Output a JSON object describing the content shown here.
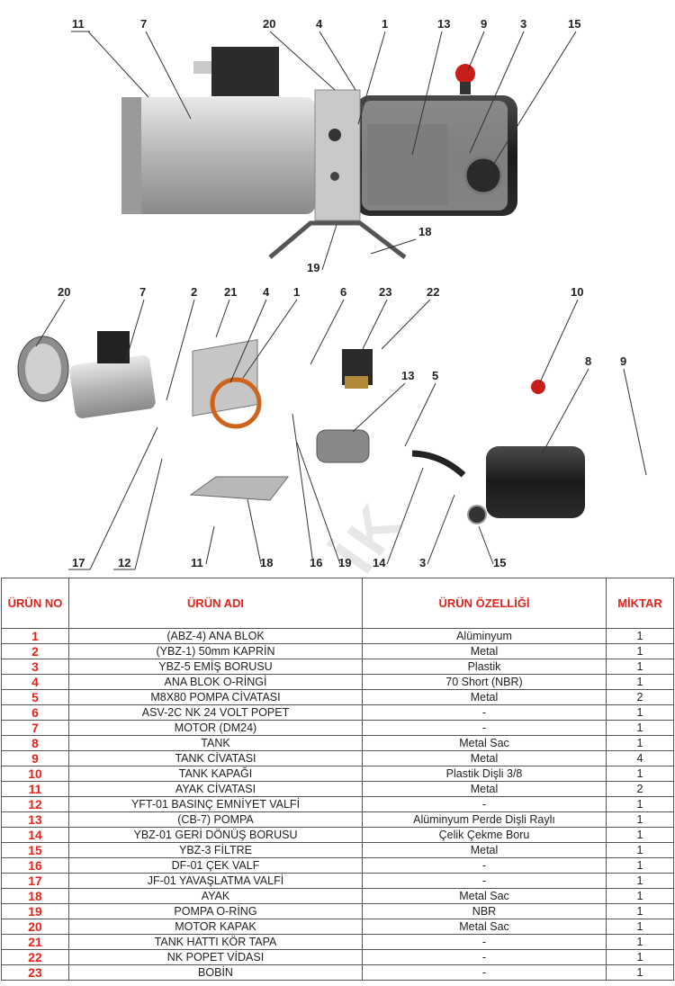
{
  "watermark": "ARIC HİDROLİK",
  "top_callouts": [
    {
      "label": "11"
    },
    {
      "label": "7"
    },
    {
      "label": "20"
    },
    {
      "label": "4"
    },
    {
      "label": "1"
    },
    {
      "label": "13"
    },
    {
      "label": "9"
    },
    {
      "label": "3"
    },
    {
      "label": "15"
    },
    {
      "label": "18"
    },
    {
      "label": "19"
    }
  ],
  "exploded_callouts": [
    {
      "label": "20"
    },
    {
      "label": "7"
    },
    {
      "label": "2"
    },
    {
      "label": "21"
    },
    {
      "label": "4"
    },
    {
      "label": "1"
    },
    {
      "label": "6"
    },
    {
      "label": "23"
    },
    {
      "label": "22"
    },
    {
      "label": "10"
    },
    {
      "label": "13"
    },
    {
      "label": "5"
    },
    {
      "label": "8"
    },
    {
      "label": "9"
    },
    {
      "label": "17"
    },
    {
      "label": "12"
    },
    {
      "label": "11"
    },
    {
      "label": "18"
    },
    {
      "label": "16"
    },
    {
      "label": "19"
    },
    {
      "label": "14"
    },
    {
      "label": "3"
    },
    {
      "label": "15"
    }
  ],
  "table": {
    "headers": [
      "ÜRÜN NO",
      "ÜRÜN ADI",
      "ÜRÜN ÖZELLİĞİ",
      "MİKTAR"
    ],
    "rows": [
      {
        "no": "1",
        "name": "(ABZ-4) ANA BLOK",
        "feature": "Alüminyum",
        "qty": "1"
      },
      {
        "no": "2",
        "name": "(YBZ-1) 50mm KAPRİN",
        "feature": "Metal",
        "qty": "1"
      },
      {
        "no": "3",
        "name": "YBZ-5 EMİŞ BORUSU",
        "feature": "Plastik",
        "qty": "1"
      },
      {
        "no": "4",
        "name": "ANA BLOK O-RİNGİ",
        "feature": "70 Short (NBR)",
        "qty": "1"
      },
      {
        "no": "5",
        "name": "M8X80 POMPA CİVATASI",
        "feature": "Metal",
        "qty": "2"
      },
      {
        "no": "6",
        "name": "ASV-2C NK 24 VOLT POPET",
        "feature": "-",
        "qty": "1"
      },
      {
        "no": "7",
        "name": "MOTOR (DM24)",
        "feature": "-",
        "qty": "1"
      },
      {
        "no": "8",
        "name": "TANK",
        "feature": "Metal Sac",
        "qty": "1"
      },
      {
        "no": "9",
        "name": "TANK CİVATASI",
        "feature": "Metal",
        "qty": "4"
      },
      {
        "no": "10",
        "name": "TANK KAPAĞI",
        "feature": "Plastik Dişli 3/8",
        "qty": "1"
      },
      {
        "no": "11",
        "name": "AYAK CİVATASI",
        "feature": "Metal",
        "qty": "2"
      },
      {
        "no": "12",
        "name": "YFT-01 BASINÇ EMNİYET VALFİ",
        "feature": "-",
        "qty": "1"
      },
      {
        "no": "13",
        "name": "(CB-7) POMPA",
        "feature": "Alüminyum Perde Dişli Raylı",
        "qty": "1"
      },
      {
        "no": "14",
        "name": "YBZ-01 GERİ DÖNÜŞ BORUSU",
        "feature": "Çelik Çekme Boru",
        "qty": "1"
      },
      {
        "no": "15",
        "name": "YBZ-3 FİLTRE",
        "feature": "Metal",
        "qty": "1"
      },
      {
        "no": "16",
        "name": "DF-01 ÇEK VALF",
        "feature": "-",
        "qty": "1"
      },
      {
        "no": "17",
        "name": "JF-01 YAVAŞLATMA VALFİ",
        "feature": "-",
        "qty": "1"
      },
      {
        "no": "18",
        "name": "AYAK",
        "feature": "Metal Sac",
        "qty": "1"
      },
      {
        "no": "19",
        "name": "POMPA O-RİNG",
        "feature": "NBR",
        "qty": "1"
      },
      {
        "no": "20",
        "name": "MOTOR KAPAK",
        "feature": "Metal Sac",
        "qty": "1"
      },
      {
        "no": "21",
        "name": "TANK HATTI KÖR TAPA",
        "feature": "-",
        "qty": "1"
      },
      {
        "no": "22",
        "name": "NK POPET VİDASI",
        "feature": "-",
        "qty": "1"
      },
      {
        "no": "23",
        "name": "BOBİN",
        "feature": "-",
        "qty": "1"
      }
    ]
  }
}
